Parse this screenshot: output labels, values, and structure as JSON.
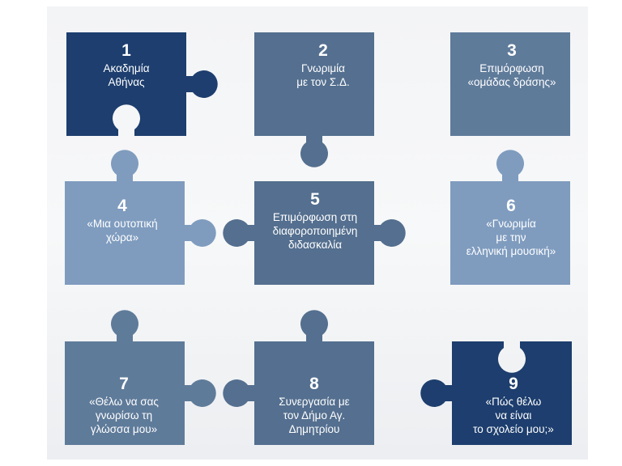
{
  "colors": {
    "dark": "#1d3e6e",
    "medium": "#546f8f",
    "steel": "#5f7b9a",
    "light": "#7f9cbf"
  },
  "pieces": [
    {
      "number": "1",
      "lines": [
        "Ακαδημία",
        "Αθήνας"
      ],
      "color": "dark"
    },
    {
      "number": "2",
      "lines": [
        "Γνωριμία",
        "με τον Σ.Δ."
      ],
      "color": "medium"
    },
    {
      "number": "3",
      "lines": [
        "Επιμόρφωση",
        "«ομάδας δράσης»"
      ],
      "color": "steel"
    },
    {
      "number": "4",
      "lines": [
        "«Μια ουτοπική",
        "χώρα»"
      ],
      "color": "light"
    },
    {
      "number": "5",
      "lines": [
        "Επιμόρφωση στη",
        "διαφοροποιημένη",
        "διδασκαλία"
      ],
      "color": "medium"
    },
    {
      "number": "6",
      "lines": [
        "«Γνωριμία",
        "με την",
        "ελληνική μουσική»"
      ],
      "color": "light"
    },
    {
      "number": "7",
      "lines": [
        "«Θέλω να σας",
        "γνωρίσω τη",
        "γλώσσα μου»"
      ],
      "color": "steel"
    },
    {
      "number": "8",
      "lines": [
        "Συνεργασία με",
        "τον Δήμο Αγ.",
        "Δημητρίου"
      ],
      "color": "medium"
    },
    {
      "number": "9",
      "lines": [
        "«Πώς θέλω",
        "να είναι",
        "το σχολείο μου;»"
      ],
      "color": "dark"
    }
  ]
}
